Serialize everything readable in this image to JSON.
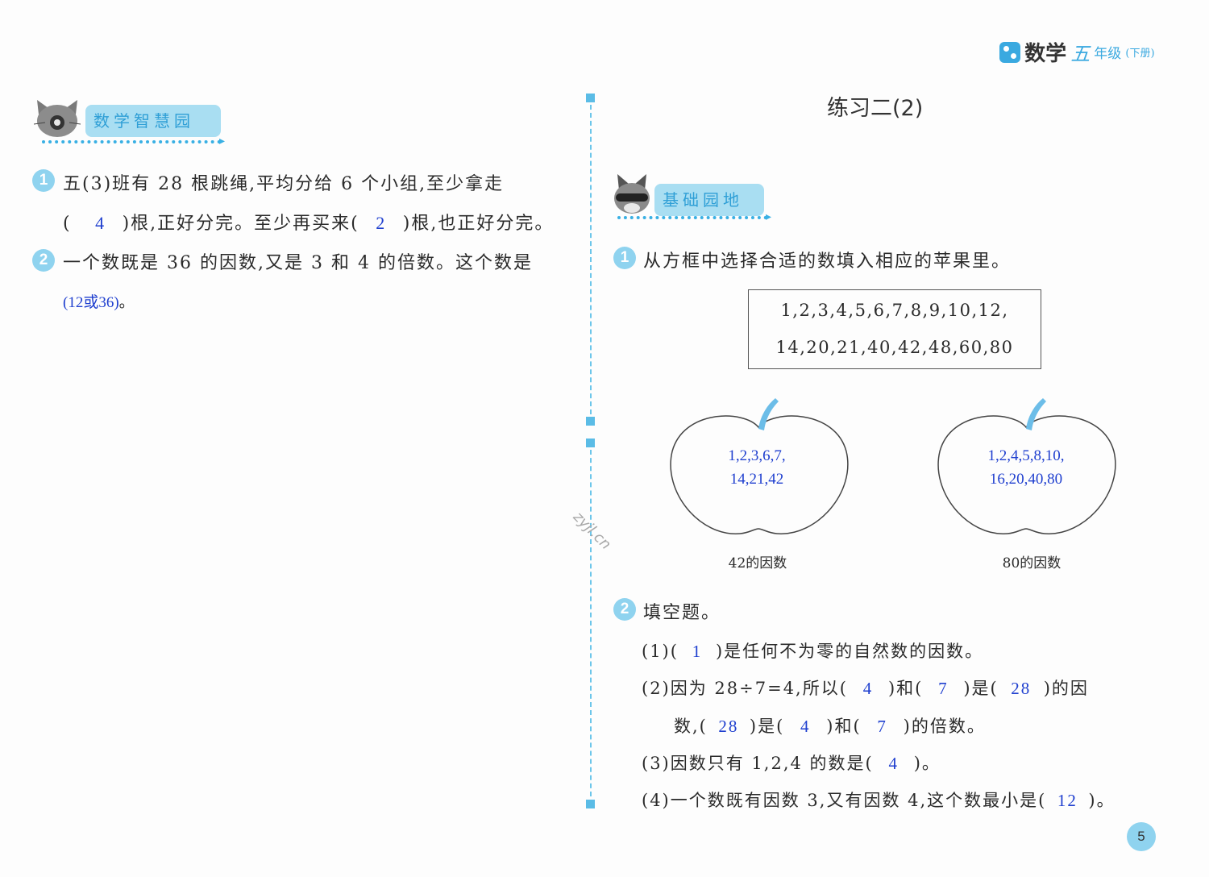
{
  "header": {
    "subject": "数学",
    "grade": "五",
    "grade_suffix": "年级",
    "volume": "(下册)"
  },
  "left": {
    "banner": "数学智慧园",
    "q1": {
      "number": "1",
      "line1": "五(3)班有 28 根跳绳,平均分给 6 个小组,至少拿走",
      "open1": "(",
      "ans1": "4",
      "mid": ")根,正好分完。至少再买来(",
      "ans2": "2",
      "end": ")根,也正好分完。"
    },
    "q2": {
      "number": "2",
      "line1": "一个数既是 36 的因数,又是 3 和 4 的倍数。这个数是",
      "ans": "(12或36)",
      "end": "。"
    }
  },
  "right": {
    "title": "练习二(2)",
    "banner": "基础园地",
    "q1": {
      "number": "1",
      "text": "从方框中选择合适的数填入相应的苹果里。",
      "box_line1": "1,2,3,4,5,6,7,8,9,10,12,",
      "box_line2": "14,20,21,40,42,48,60,80",
      "apple1": {
        "line1": "1,2,3,6,7,",
        "line2": "14,21,42",
        "caption": "42的因数"
      },
      "apple2": {
        "line1": "1,2,4,5,8,10,",
        "line2": "16,20,40,80",
        "caption": "80的因数"
      }
    },
    "q2": {
      "number": "2",
      "title": "填空题。",
      "s1": {
        "pre": "(1)(",
        "a1": "1",
        "post": ")是任何不为零的自然数的因数。"
      },
      "s2": {
        "pre": "(2)因为 28÷7=4,所以(",
        "a1": "4",
        "m1": ")和(",
        "a2": "7",
        "m2": ")是(",
        "a3": "28",
        "m3": ")的因",
        "l2pre": "数,(",
        "a4": "28",
        "m4": ")是(",
        "a5": "4",
        "m5": ")和(",
        "a6": "7",
        "m6": ")的倍数。"
      },
      "s3": {
        "pre": "(3)因数只有 1,2,4 的数是(",
        "a1": "4",
        "post": ")。"
      },
      "s4": {
        "pre": "(4)一个数既有因数 3,又有因数 4,这个数最小是(",
        "a1": "12",
        "post": ")。"
      }
    }
  },
  "watermark": "zyjl.cn",
  "page_number": "5",
  "colors": {
    "accent": "#5bbce6",
    "answer": "#1f3fcf",
    "banner": "#a9def2"
  }
}
